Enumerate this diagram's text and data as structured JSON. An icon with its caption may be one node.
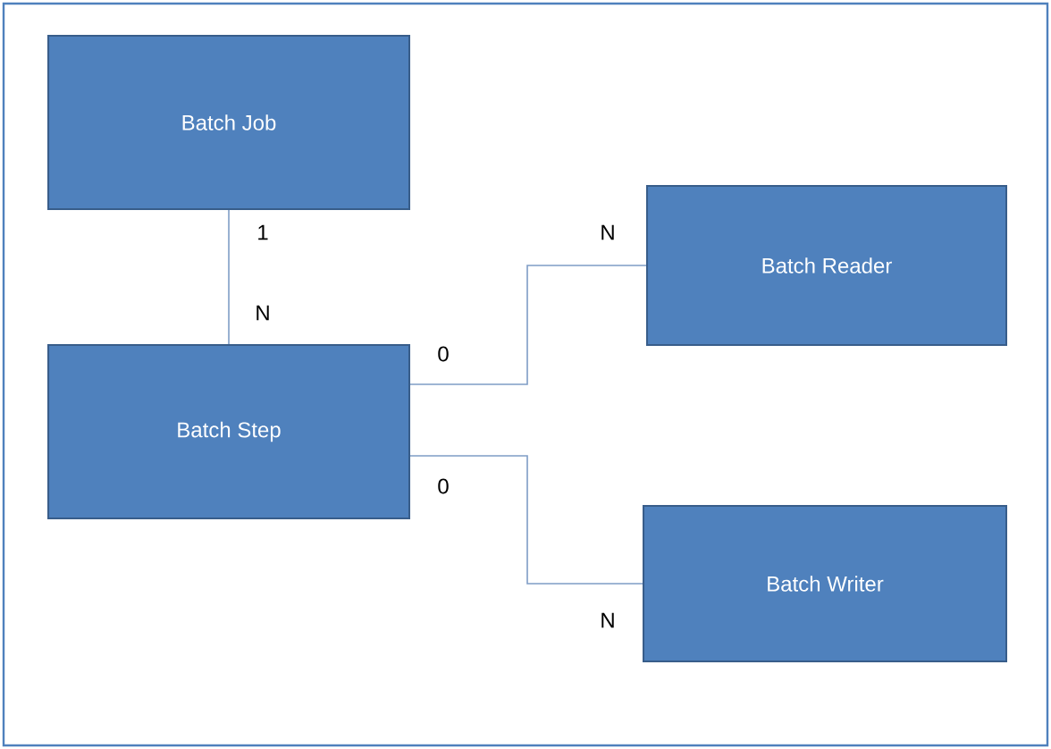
{
  "diagram": {
    "nodes": [
      {
        "text": [
          "Batch Job"
        ]
      },
      {
        "text": [
          "Batch Step"
        ]
      },
      {
        "text": [
          "Batch Reader"
        ]
      },
      {
        "text": [
          "Batch Writer"
        ]
      }
    ],
    "edges": [
      {
        "from": 0,
        "to": 1,
        "arrow": "none"
      },
      {
        "from": 1,
        "to": 2,
        "arrow": "none"
      },
      {
        "from": 1,
        "to": 3,
        "arrow": "none"
      }
    ],
    "labels": [
      "1",
      "N",
      "N",
      "0",
      "0",
      "N"
    ]
  }
}
